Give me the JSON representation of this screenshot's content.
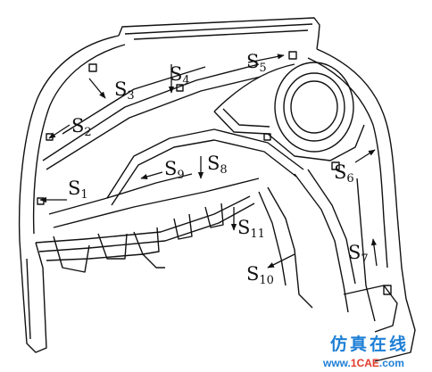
{
  "labels": [
    {
      "id": "S1",
      "base": "S",
      "sub": "1"
    },
    {
      "id": "S2",
      "base": "S",
      "sub": "2"
    },
    {
      "id": "S3",
      "base": "S",
      "sub": "3"
    },
    {
      "id": "S4",
      "base": "S",
      "sub": "4"
    },
    {
      "id": "S5",
      "base": "S",
      "sub": "5"
    },
    {
      "id": "S6",
      "base": "S",
      "sub": "6"
    },
    {
      "id": "S7",
      "base": "S",
      "sub": "7"
    },
    {
      "id": "S8",
      "base": "S",
      "sub": "8"
    },
    {
      "id": "S9",
      "base": "S",
      "sub": "9"
    },
    {
      "id": "S10",
      "base": "S",
      "sub": "10"
    },
    {
      "id": "S11",
      "base": "S",
      "sub": "11"
    }
  ],
  "watermark": {
    "chinese": "仿真在线",
    "url_prefix": "www.",
    "url_brand": "1CAE",
    "url_suffix": ".com",
    "colors": {
      "prefix": "#1e7fd6",
      "brand": "#e23a2a",
      "suffix": "#1e7fd6"
    }
  }
}
